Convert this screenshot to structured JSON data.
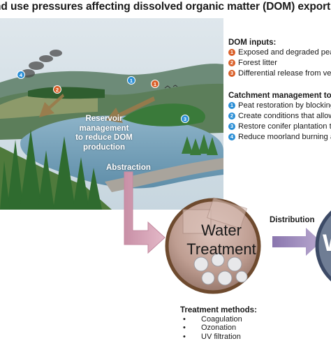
{
  "title": "nd use pressures affecting dissolved organic matter (DOM) export to",
  "dom_inputs": {
    "heading": "DOM inputs:",
    "items": [
      {
        "num": "1",
        "text": "Exposed and degraded pea"
      },
      {
        "num": "2",
        "text": "Forest litter"
      },
      {
        "num": "3",
        "text": "Differential release from veg"
      }
    ]
  },
  "catchment": {
    "heading": "Catchment management to",
    "items": [
      {
        "num": "1",
        "text": "Peat restoration by blocking"
      },
      {
        "num": "2",
        "text": "Create conditions that allow"
      },
      {
        "num": "3",
        "text": "Restore conifer plantation t"
      },
      {
        "num": "4",
        "text": "Reduce moorland burning a"
      }
    ]
  },
  "scene_markers": [
    "4",
    "2",
    "1",
    "1",
    "3"
  ],
  "reservoir_label": {
    "line1": "Reservoir",
    "line2": "management",
    "line3": "to reduce DOM",
    "line4": "production"
  },
  "abstraction_label": "Abstraction",
  "treatment": {
    "line1": "Water",
    "line2": "Treatment"
  },
  "distribution_label": "Distribution",
  "partial_circle_letter": "W",
  "treatment_methods": {
    "heading": "Treatment methods:",
    "items": [
      "Coagulation",
      "Ozonation",
      "UV filtration"
    ]
  },
  "colors": {
    "orange_marker": "#d9602a",
    "blue_marker": "#2b8fd6",
    "arrow_pink": "#d8a6b8",
    "arrow_purple": "#8a76ae",
    "brown_arrow": "#9a7a4a",
    "treatment_circle_border": "#6e4a2e",
    "water": "#6f9fba"
  }
}
